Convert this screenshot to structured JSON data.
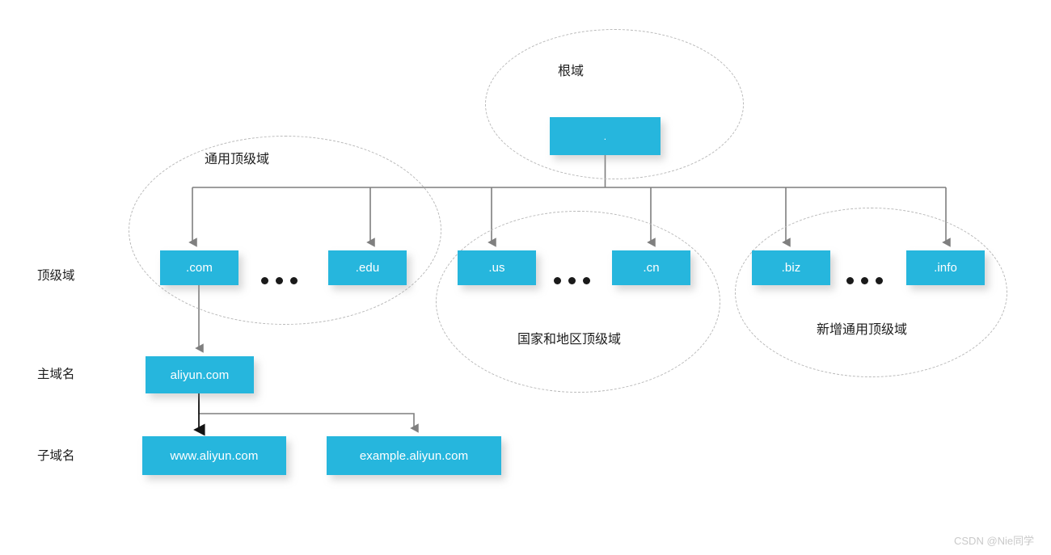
{
  "diagram": {
    "title": "DNS domain name hierarchy",
    "accent_color": "#26b6dd",
    "ellipse_stroke": "#b9b9b9",
    "arrow_color": "#7f7f7f",
    "arrow_color_dark": "#1a1a1a",
    "text_color": "#1d1d1d"
  },
  "row_labels": [
    {
      "id": "top-level-domain",
      "text": "顶级域"
    },
    {
      "id": "main-domain",
      "text": "主域名"
    },
    {
      "id": "sub-domain",
      "text": "子域名"
    }
  ],
  "groups": [
    {
      "id": "root-zone",
      "label": "根域"
    },
    {
      "id": "generic-tld-zone",
      "label": "通用顶级域"
    },
    {
      "id": "country-tld-zone",
      "label": "国家和地区顶级域"
    },
    {
      "id": "new-generic-tld-zone",
      "label": "新增通用顶级域"
    }
  ],
  "nodes": {
    "root": {
      "id": "root-dot",
      "label": "."
    },
    "tlds": [
      {
        "id": "tld-com",
        "label": ".com"
      },
      {
        "id": "tld-edu",
        "label": ".edu"
      },
      {
        "id": "tld-us",
        "label": ".us"
      },
      {
        "id": "tld-cn",
        "label": ".cn"
      },
      {
        "id": "tld-biz",
        "label": ".biz"
      },
      {
        "id": "tld-info",
        "label": ".info"
      }
    ],
    "main_domain": {
      "id": "domain-aliyun",
      "label": "aliyun.com"
    },
    "sub_domains": [
      {
        "id": "subdomain-www",
        "label": "www.aliyun.com"
      },
      {
        "id": "subdomain-example",
        "label": "example.aliyun.com"
      }
    ]
  },
  "ellipsis": [
    {
      "id": "ellipsis-generic",
      "text": "•••"
    },
    {
      "id": "ellipsis-country",
      "text": "•••"
    },
    {
      "id": "ellipsis-new-generic",
      "text": "•••"
    }
  ],
  "watermark": {
    "text": "CSDN @Nie同学"
  }
}
